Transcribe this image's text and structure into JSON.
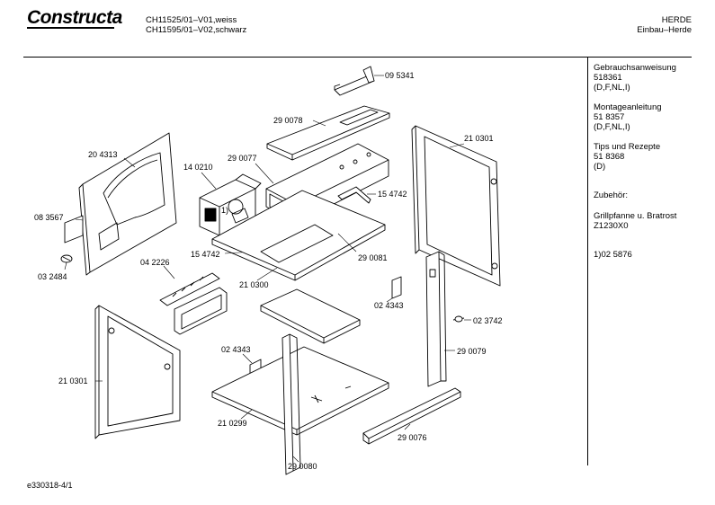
{
  "header": {
    "brand": "Constructa",
    "model_line1": "CH11525/01–V01,weiss",
    "model_line2": "CH11595/01–V02,schwarz",
    "category_line1": "HERDE",
    "category_line2": "Einbau–Herde"
  },
  "sidebar": {
    "docs": [
      {
        "title": "Gebrauchsanweisung",
        "number": "518361",
        "lang": "(D,F,NL,I)"
      },
      {
        "title": "Montageanleitung",
        "number": "51 8357",
        "lang": "(D,F,NL,I)"
      },
      {
        "title": "Tips und Rezepte",
        "number": "51 8368",
        "lang": "(D)"
      }
    ],
    "accessories_title": "Zubehör:",
    "accessory_name": "Grillpfanne u. Bratrost",
    "accessory_number": "Z1230X0",
    "footnote": "1)02 5876"
  },
  "part_labels": {
    "p095341": "09 5341",
    "p290078": "29 0078",
    "p204313": "20 4313",
    "p140210": "14 0210",
    "p290077": "29 0077",
    "p210301_top": "21 0301",
    "p083567": "08 3567",
    "p1": "1)",
    "p154742_right": "15 4742",
    "p154742_left": "15 4742",
    "p290081": "29 0081",
    "p032484": "03 2484",
    "p042226": "04 2226",
    "p210300": "21 0300",
    "p024343_right": "02 4343",
    "p023742": "02 3742",
    "p290079": "29 0079",
    "p024343_left": "02 4343",
    "p210301_bottom": "21 0301",
    "p210299": "21 0299",
    "p290076": "29 0076",
    "p290080": "29 0080"
  },
  "footer": {
    "drawing_id": "e330318-4/1"
  }
}
